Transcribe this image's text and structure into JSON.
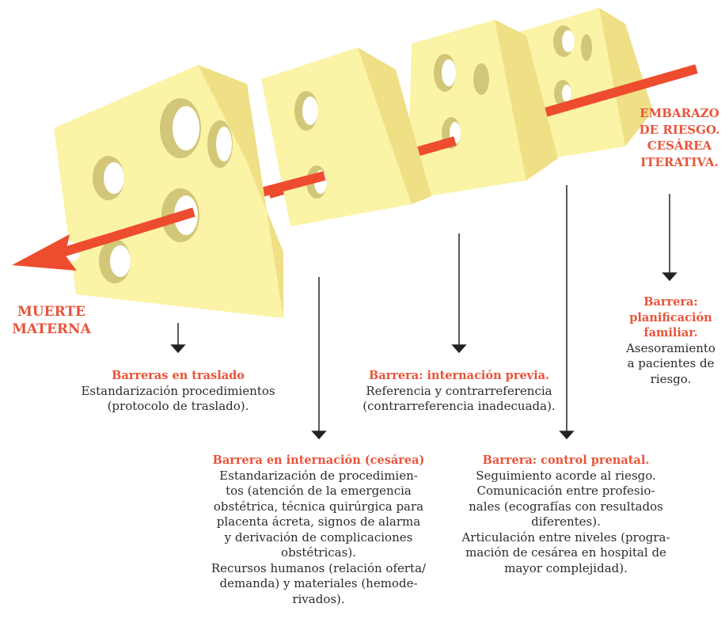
{
  "outcome_label": "MUERTE\nMATERNA",
  "hazard_label": "EMBARAZO\nDE RIESGO.\nCESÁREA\nITERATIVA.",
  "colors": {
    "accent": "#e8543a",
    "cheese_face": "#fbf3a6",
    "cheese_side": "#efdf85",
    "hole": "#d2c679",
    "arrow": "#ee4c2e"
  },
  "barriers": [
    {
      "heading": "Barrera:\nplanificación\nfamiliar.",
      "body": "Asesoramiento\na pacientes de\nriesgo."
    },
    {
      "heading": "Barrera: control prenatal.",
      "body": "Seguimiento acorde al riesgo.\nComunicación entre profesio-\nnales (ecografías con resultados\ndiferentes).\nArticulación entre niveles (progra-\nmación de cesárea en hospital de\nmayor complejidad)."
    },
    {
      "heading": "Barrera: internación previa.",
      "body": "Referencia y contrarreferencia\n(contrarreferencia inadecuada)."
    },
    {
      "heading": "Barrera en internación (cesárea)",
      "body": "Estandarización de procedimien-\ntos (atención de la emergencia\nobstétrica, técnica quirúrgica para\nplacenta ácreta, signos de alarma\ny derivación de complicaciones\nobstétricas).\nRecursos humanos (relación oferta/\ndemanda) y materiales (hemode-\nrivados)."
    },
    {
      "heading": "Barreras en traslado",
      "body": "Estandarización procedimientos\n(protocolo de traslado)."
    }
  ]
}
